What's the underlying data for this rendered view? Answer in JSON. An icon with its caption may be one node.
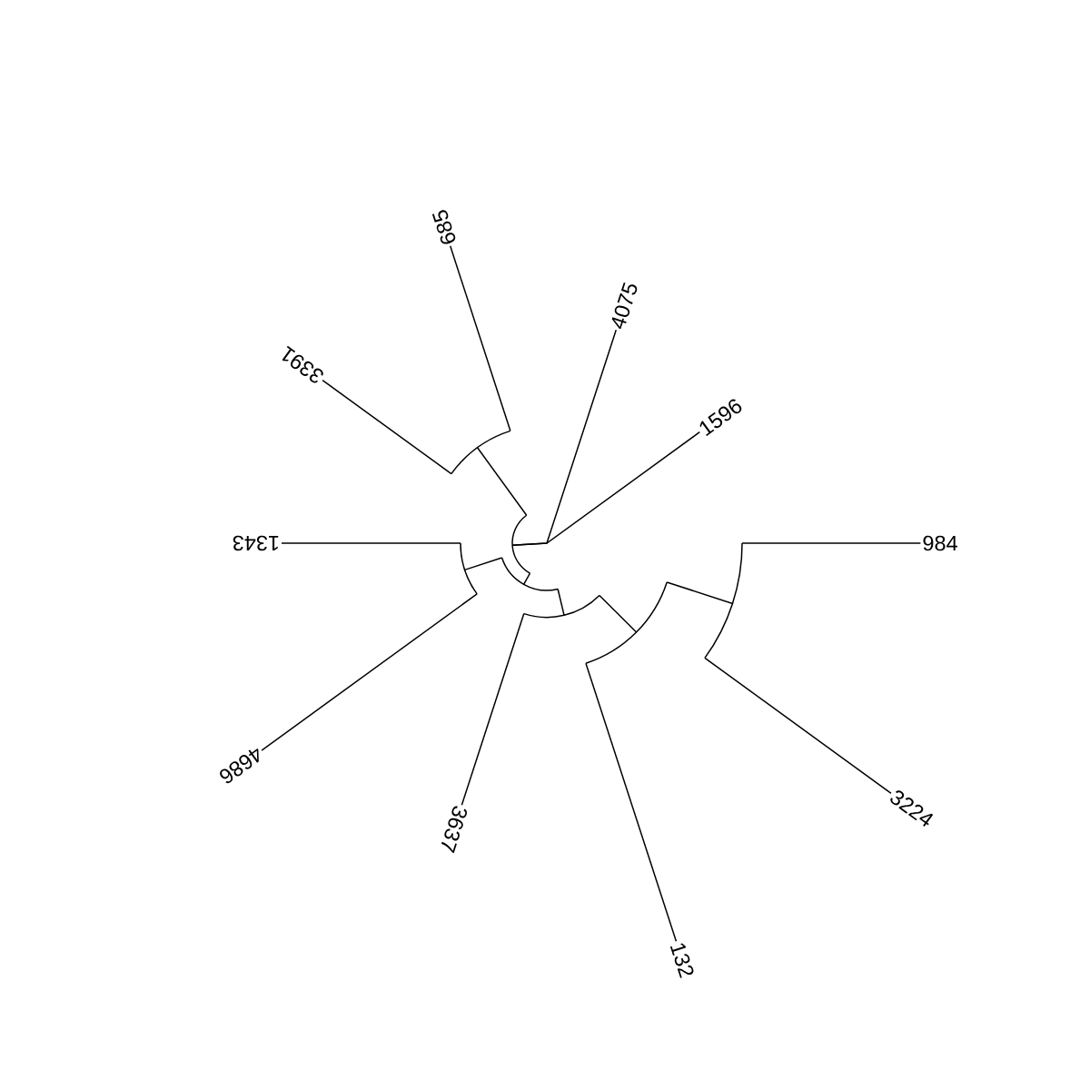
{
  "diagram": {
    "nodes": [
      {
        "text": [
          "685"
        ]
      },
      {
        "text": [
          "4075"
        ]
      },
      {
        "text": [
          "3391"
        ]
      },
      {
        "text": [
          "1596"
        ]
      },
      {
        "text": [
          "1343"
        ]
      },
      {
        "text": [
          "984"
        ]
      },
      {
        "text": [
          "4686"
        ]
      },
      {
        "text": [
          "3224"
        ]
      },
      {
        "text": [
          "3637"
        ]
      },
      {
        "text": [
          "132"
        ]
      },
      {
        "text": [],
        "shape": "arc"
      },
      {
        "text": [],
        "shape": "arc"
      },
      {
        "text": [],
        "shape": "arc"
      },
      {
        "text": [],
        "shape": "arc"
      },
      {
        "text": [],
        "shape": "arc"
      },
      {
        "text": [],
        "shape": "arc"
      },
      {
        "text": [],
        "shape": "arc"
      }
    ],
    "edges": [
      {
        "from": 11,
        "to": 10,
        "arrow": "none"
      },
      {
        "from": 11,
        "to": 14,
        "arrow": "none"
      },
      {
        "from": 11,
        "to": 1,
        "arrow": "none"
      },
      {
        "from": 11,
        "to": 3,
        "arrow": "none"
      },
      {
        "from": 10,
        "to": 0,
        "arrow": "none"
      },
      {
        "from": 10,
        "to": 2,
        "arrow": "none"
      },
      {
        "from": 14,
        "to": 13,
        "arrow": "none"
      },
      {
        "from": 14,
        "to": 15,
        "arrow": "none"
      },
      {
        "from": 13,
        "to": 4,
        "arrow": "none"
      },
      {
        "from": 13,
        "to": 6,
        "arrow": "none"
      },
      {
        "from": 15,
        "to": 8,
        "arrow": "none"
      },
      {
        "from": 15,
        "to": 16,
        "arrow": "none"
      },
      {
        "from": 16,
        "to": 9,
        "arrow": "none"
      },
      {
        "from": 16,
        "to": 12,
        "arrow": "none"
      },
      {
        "from": 12,
        "to": 7,
        "arrow": "none"
      },
      {
        "from": 12,
        "to": 5,
        "arrow": "none"
      }
    ]
  }
}
